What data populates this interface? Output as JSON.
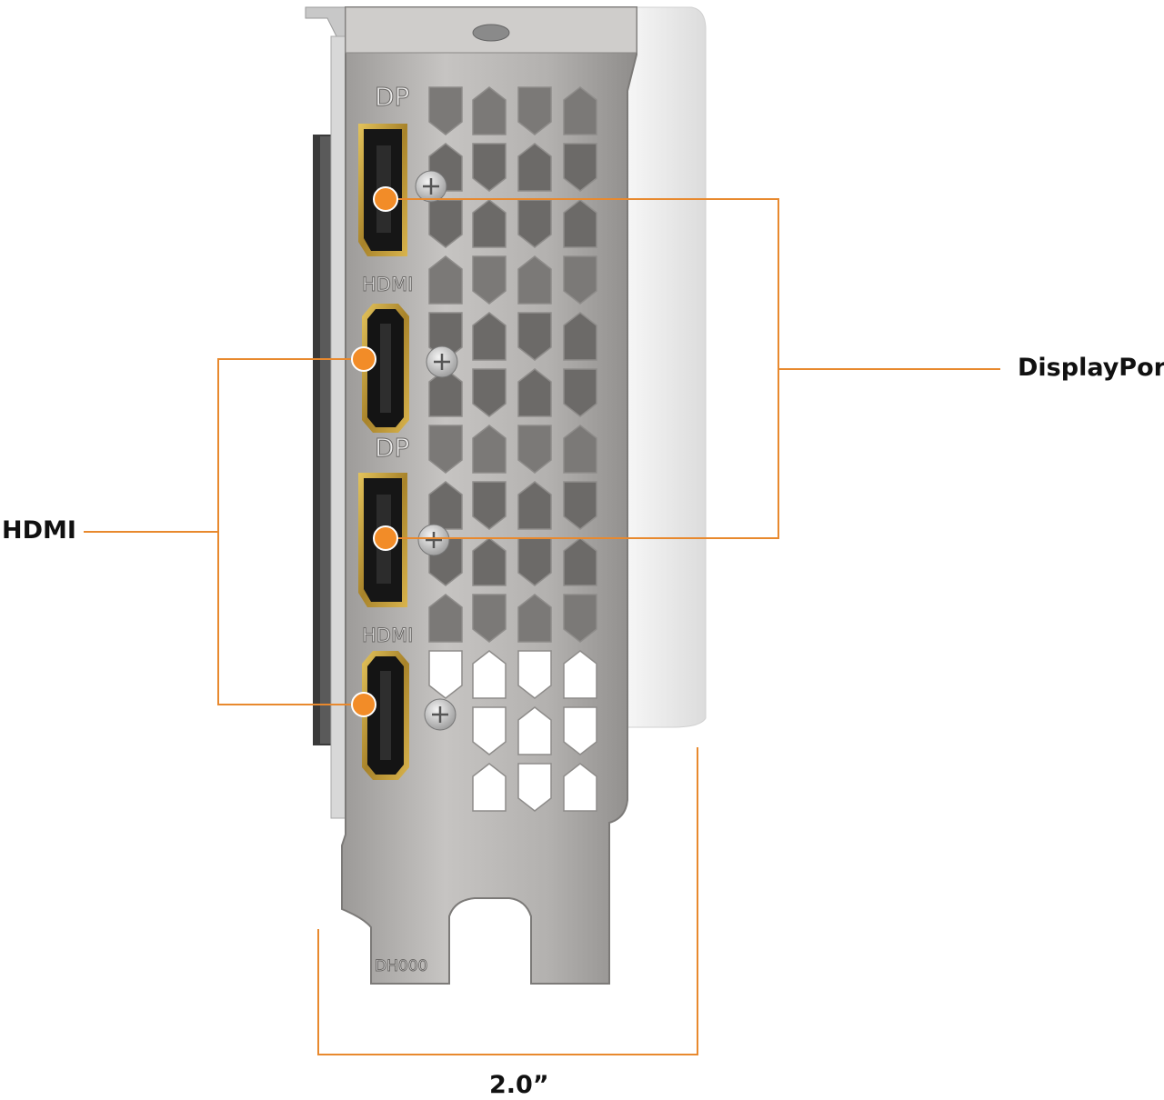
{
  "labels": {
    "displayport": "DisplayPort",
    "hdmi": "HDMI",
    "width": "2.0”"
  },
  "bracket_markings": {
    "port_1": "DP",
    "port_2": "HDMI",
    "port_3": "DP",
    "port_4": "HDMI",
    "part_code": "DH000"
  },
  "colors": {
    "callout": "#f28c28",
    "callout_line": "#e8892e",
    "connector_gold": "#c9a23a",
    "bracket": "#b4b2b0"
  }
}
